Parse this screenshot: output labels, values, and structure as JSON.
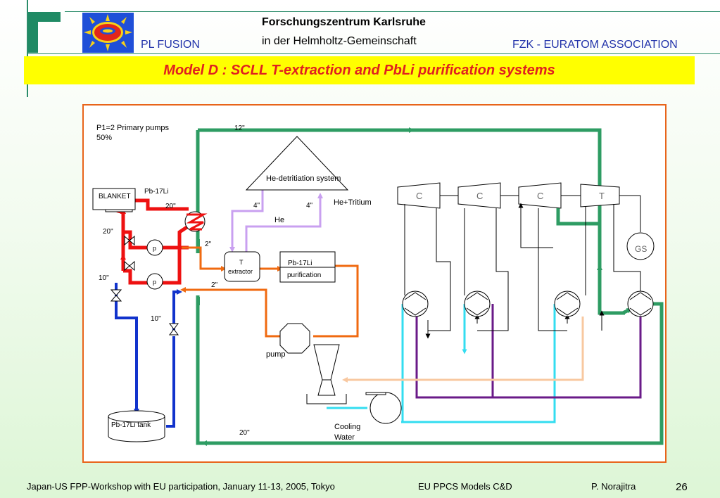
{
  "header": {
    "org_name": "Forschungszentrum Karlsruhe",
    "org_sub": "in der Helmholtz-Gemeinschaft",
    "left_tag": "PL FUSION",
    "right_tag": "FZK - EURATOM ASSOCIATION"
  },
  "title": "Model D : SCLL T-extraction and PbLi purification systems",
  "diagram": {
    "pumps_note_line1": "P1=2   Primary   pumps",
    "pumps_note_line2": "50%",
    "pipe_12": "12\"",
    "blanket": "BLANKET",
    "pbli": "Pb-17Li",
    "pipe_20_top": "20\"",
    "pipe_20_left": "20\"",
    "pipe_10_left": "10\"",
    "pipe_10_mid": "10\"",
    "pipe_2_upper": "2\"",
    "pipe_2_lower": "2\"",
    "pipe_4_left": "4\"",
    "pipe_4_right": "4\"",
    "he_detritiation": "He-detritiation system",
    "he": "He",
    "he_tritium": "He+Tritium",
    "t_extractor_line1": "T",
    "t_extractor_line2": "extractor",
    "pbli_purification_line1": "Pb-17Li",
    "pbli_purification_line2": "purification",
    "pump_label": "p",
    "pump_main": "pump",
    "tank": "Pb-17Li tank",
    "cooling_line1": "Cooling",
    "cooling_line2": "Water",
    "pipe_20_bottom": "20\"",
    "compressor_c": "C",
    "turbine_t": "T",
    "generator": "GS"
  },
  "footer": {
    "event": "Japan-US FPP-Workshop with EU participation, January 11-13, 2005, Tokyo",
    "models": "EU PPCS  Models C&D",
    "author": "P.  Norajitra",
    "page": "26"
  },
  "colors": {
    "accent_green": "#2e9c63",
    "title_red": "#e02020",
    "title_bg": "#ffff00",
    "pbli_red": "#ee1111",
    "blue_line": "#1133cc",
    "orange_line": "#f06a10",
    "lavender_line": "#c9a0f0",
    "cyan_line": "#33ddf0",
    "purple_line": "#6a1a88",
    "peach_line": "#f8c8a0"
  }
}
